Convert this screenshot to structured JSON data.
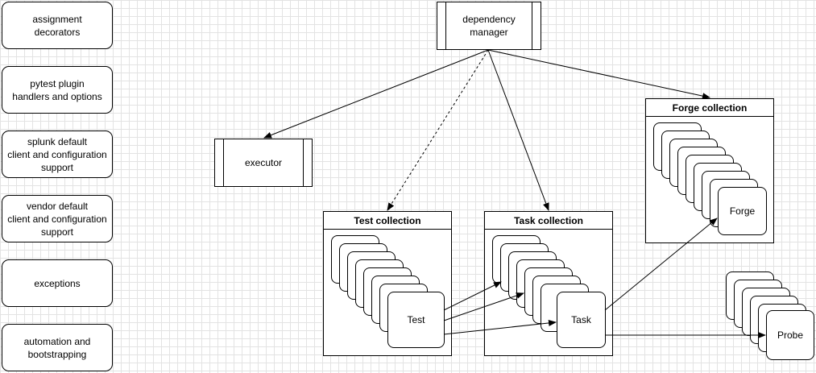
{
  "sidebar": {
    "items": [
      {
        "label": "assignment\ndecorators"
      },
      {
        "label": "pytest plugin\nhandlers and options"
      },
      {
        "label": "splunk default\nclient and configuration\nsupport"
      },
      {
        "label": "vendor default\nclient and configuration\nsupport"
      },
      {
        "label": "exceptions"
      },
      {
        "label": "automation and\nbootstrapping"
      }
    ]
  },
  "nodes": {
    "dependency_manager": "dependency\nmanager",
    "executor": "executor",
    "test_collection": {
      "title": "Test collection",
      "item": "Test"
    },
    "task_collection": {
      "title": "Task collection",
      "item": "Task"
    },
    "forge_collection": {
      "title": "Forge collection",
      "item": "Forge"
    },
    "probe": "Probe"
  }
}
